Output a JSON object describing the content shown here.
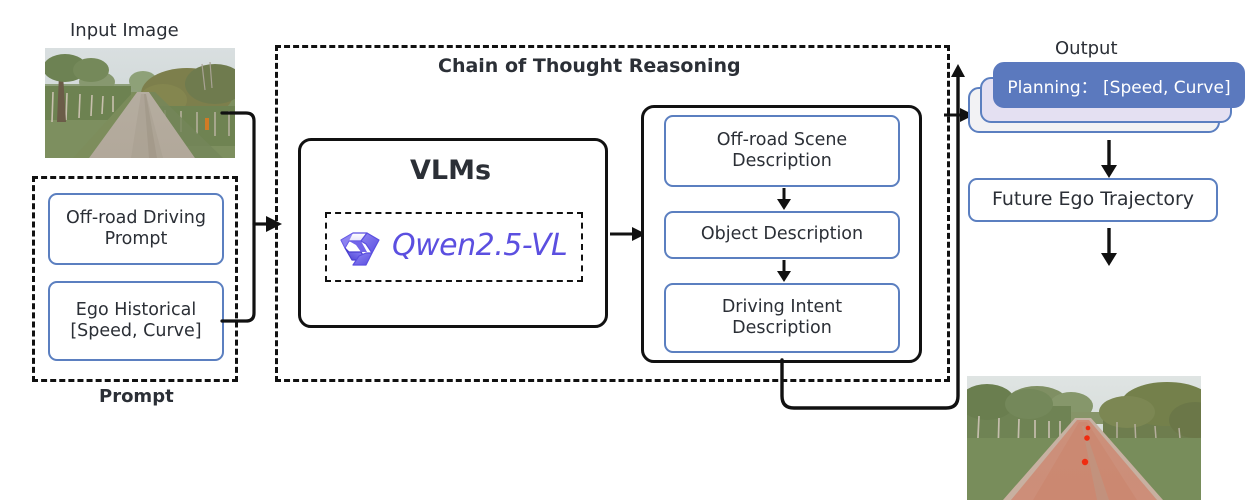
{
  "diagram": {
    "title": "Off-road Driving VLM Chain-of-Thought Pipeline",
    "accent_blue": "#5B7FC0",
    "card_blue": "#5B79BE",
    "card_purple": "#E4E0F2",
    "card_gray": "#F2F2F4",
    "qwen_purple": "#5B4FE0",
    "line_black": "#111111"
  },
  "input": {
    "image_caption": "Input Image",
    "image_alt": "off-road dirt track between rows of orchard trees"
  },
  "prompt": {
    "group_label": "Prompt",
    "boxes": [
      {
        "id": "offroad-driving-prompt",
        "line1": "Off-road Driving",
        "line2": "Prompt"
      },
      {
        "id": "ego-historical",
        "line1": "Ego Historical",
        "line2": "[Speed, Curve]"
      }
    ]
  },
  "cot": {
    "title": "Chain of Thought Reasoning",
    "model_box": {
      "heading": "VLMs",
      "model_name": "Qwen2.5-VL",
      "logo_icon": "qwen-logo-icon"
    },
    "steps": [
      {
        "id": "off-road-scene-description",
        "line1": "Off-road Scene",
        "line2": "Description"
      },
      {
        "id": "object-description",
        "line1": "Object Description",
        "line2": ""
      },
      {
        "id": "driving-intent-description",
        "line1": "Driving Intent",
        "line2": "Description"
      }
    ],
    "step_arrow": "down-arrow-icon"
  },
  "output": {
    "group_label": "Output",
    "cards": [
      {
        "id": "card-back",
        "label": ""
      },
      {
        "id": "card-mid",
        "label": ""
      },
      {
        "id": "card-front",
        "label": "Planning： [Speed, Curve]"
      }
    ],
    "trajectory_box": "Future Ego Trajectory",
    "result_image_alt": "off-road dirt track with red predicted trajectory waypoints overlaid"
  },
  "arrows": {
    "merge_to_vlm": "right-arrow-icon",
    "vlm_to_steps": "right-arrow-icon",
    "steps_to_output": "right-arrow-icon",
    "cards_to_trajectory": "down-arrow-icon",
    "trajectory_to_image": "down-arrow-icon"
  }
}
